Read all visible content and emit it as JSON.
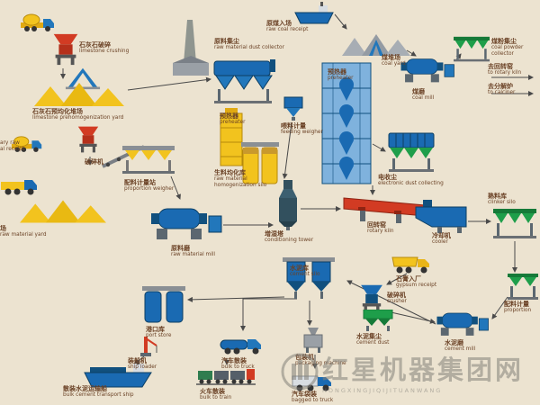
{
  "page": {
    "background": "#ece3d0",
    "text_color": "#6b4226"
  },
  "colors": {
    "blue": "#1a6ab2",
    "dark_blue": "#11507e",
    "yellow": "#f2c31e",
    "red": "#d23b23",
    "green": "#1e9e4a",
    "gray": "#9aa0a6"
  },
  "watermark": {
    "cn": "红星机器集团网",
    "en": "HONGXINGJIQIJITUANWANG"
  },
  "nodes": {
    "limestone_crushing": {
      "cn": "石灰石破碎",
      "en": "limestone crushing"
    },
    "limestone_yard": {
      "cn": "石灰石预均化堆场",
      "en": "limestone prehomogenization yard"
    },
    "aux_receipt": {
      "l1": "ary raw",
      "l2": "al receipt"
    },
    "crusher2": {
      "cn": "破碎机"
    },
    "proportion_weigher": {
      "cn": "配料计量站",
      "en": "proportion weigher"
    },
    "raw_material_yard": {
      "cn": "场",
      "en": "raw material yard"
    },
    "raw_mill": {
      "cn": "原料磨",
      "en": "raw material mill"
    },
    "raw_dust_collector": {
      "cn": "原料集尘",
      "en": "raw material dust collector"
    },
    "preheater_small": {
      "cn": "预热器",
      "en": "preheater"
    },
    "feeding_weigher": {
      "cn": "喂料计量",
      "en": "feeding weigher"
    },
    "homogenization_silo": {
      "cn": "生料均化库",
      "en": "raw material homogenization silo"
    },
    "conditioning_tower": {
      "cn": "增湿塔",
      "en": "conditioning tower"
    },
    "raw_coal_receipt": {
      "cn": "原煤入场",
      "en": "raw coal receipt"
    },
    "coal_yard": {
      "cn": "煤堆场",
      "en": "coal yard"
    },
    "preheater_big": {
      "cn": "预热器",
      "en": "preheater"
    },
    "coal_mill": {
      "cn": "煤磨",
      "en": "coal mill"
    },
    "coal_powder_collector": {
      "cn": "煤粉集尘",
      "en": "coal powder collector"
    },
    "to_rotary_kiln": {
      "cn": "去回转窑",
      "en": "to rotary kiln"
    },
    "to_calciner": {
      "cn": "去分解炉",
      "en": "to calciner"
    },
    "edust": {
      "cn": "电收尘",
      "en": "electronic dust collecting"
    },
    "rotary_kiln": {
      "cn": "回转窑",
      "en": "rotary kiln"
    },
    "cooler": {
      "cn": "冷却机",
      "en": "cooler"
    },
    "clinker_silo": {
      "cn": "熟料库",
      "en": "clinker silo"
    },
    "cement_silo": {
      "cn": "水泥库",
      "en": "cement silo"
    },
    "gypsum_receipt": {
      "cn": "石膏入厂",
      "en": "gypsum receipt"
    },
    "crusher3": {
      "cn": "破碎机",
      "en": "crusher"
    },
    "proportion2": {
      "cn": "配料计量",
      "en": "proportion"
    },
    "cement_mill": {
      "cn": "水泥磨",
      "en": "cement mill"
    },
    "cement_dust": {
      "cn": "水泥集尘",
      "en": "cement dust"
    },
    "port_store": {
      "cn": "港口库",
      "en": "port store"
    },
    "ship_loader": {
      "cn": "装船机",
      "en": "ship loader"
    },
    "transport_ship": {
      "cn": "散装水泥运输船",
      "en": "bulk cement transport ship"
    },
    "bulk_truck": {
      "cn": "汽车散装",
      "en": "bulk to truck"
    },
    "bulk_train": {
      "cn": "火车散装",
      "en": "bulk to train"
    },
    "packaging": {
      "cn": "包装机",
      "en": "packaging machine"
    },
    "bagged_truck": {
      "cn": "汽车袋装",
      "en": "bagged to truck"
    }
  }
}
